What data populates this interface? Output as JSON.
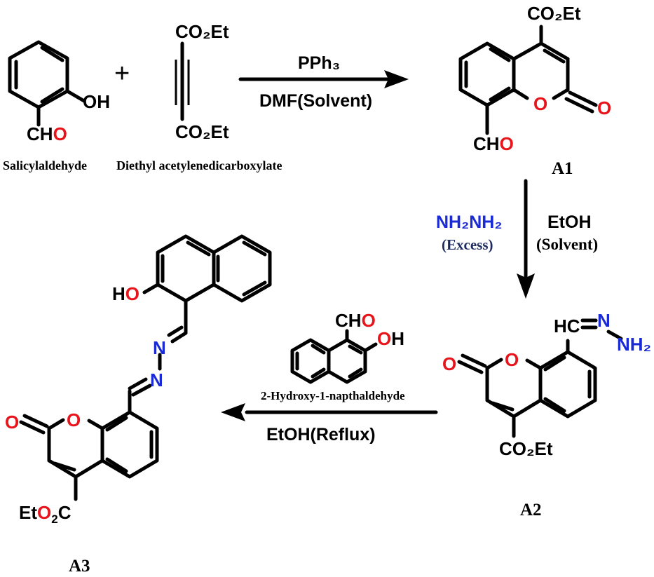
{
  "reactants": {
    "salicylaldehyde": {
      "name": "Salicylaldehyde",
      "oh": "OH",
      "cho_c": "CH",
      "cho_o": "O"
    },
    "dead": {
      "name": "Diethyl acetylenedicarboxylate",
      "ester": "CO₂Et"
    }
  },
  "plus_sign": "+",
  "step1": {
    "reagent": "PPh₃",
    "solvent": "DMF(Solvent)"
  },
  "a1": {
    "label": "A1",
    "ester": "CO₂Et",
    "ring_o": "O",
    "carbonyl_o": "O",
    "cho_c": "CH",
    "cho_o": "O"
  },
  "step2": {
    "reagent": "NH₂NH₂",
    "reagent_note": "(Excess)",
    "solvent": "EtOH",
    "solvent_note": "(Solvent)"
  },
  "a2": {
    "label": "A2",
    "hc": "HC",
    "n": "N",
    "nh2": "NH₂",
    "ring_o": "O",
    "carbonyl_o": "O",
    "ester": "CO₂Et"
  },
  "step3": {
    "reagent_name": "2-Hydroxy-1-napthaldehyde",
    "cho_c": "CH",
    "cho_o": "O",
    "oh": "OH",
    "solvent": "EtOH(Reflux)"
  },
  "a3": {
    "label": "A3",
    "ho": "HO",
    "n1": "N",
    "n2": "N",
    "ring_o": "O",
    "carbonyl_o": "O",
    "ester": "EtO₂C"
  },
  "colors": {
    "oxygen": "#e8141c",
    "nitrogen": "#1a2bd6",
    "note": "#1c2a5e",
    "bond": "#000000"
  }
}
